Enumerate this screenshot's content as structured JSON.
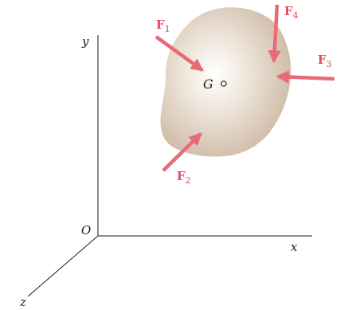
{
  "axes": {
    "x_label": "x",
    "y_label": "y",
    "z_label": "z",
    "origin_label": "O"
  },
  "body": {
    "center_label": "G"
  },
  "forces": [
    {
      "id": "F1",
      "letter": "F",
      "subscript": "1"
    },
    {
      "id": "F2",
      "letter": "F",
      "subscript": "2"
    },
    {
      "id": "F3",
      "letter": "F",
      "subscript": "3"
    },
    {
      "id": "F4",
      "letter": "F",
      "subscript": "4"
    }
  ],
  "colors": {
    "force": "#e86a75",
    "force_label": "#e04a5e",
    "body_edge": "#d3c0ad",
    "body_center": "#ffffff",
    "axis": "#1a1a1a"
  }
}
